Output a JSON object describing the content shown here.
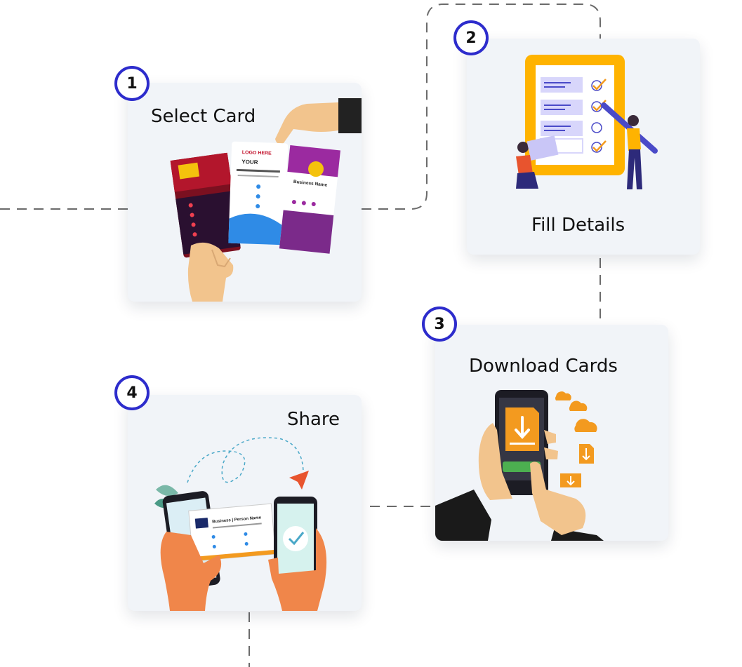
{
  "steps": [
    {
      "number": "1",
      "title": "Select Card"
    },
    {
      "number": "2",
      "title": "Fill Details"
    },
    {
      "number": "3",
      "title": "Download Cards"
    },
    {
      "number": "4",
      "title": "Share"
    }
  ],
  "card_mockups": {
    "logo_text": "LOGO HERE",
    "your_text": "YOUR",
    "business_name": "Business Name",
    "share_card_name": "Business | Person Name"
  },
  "colors": {
    "accent": "#2d2ccc",
    "card_bg": "#f1f4f8",
    "orange": "#f39a1f",
    "clipboard": "#ffb300",
    "check_green": "#4caf50"
  }
}
